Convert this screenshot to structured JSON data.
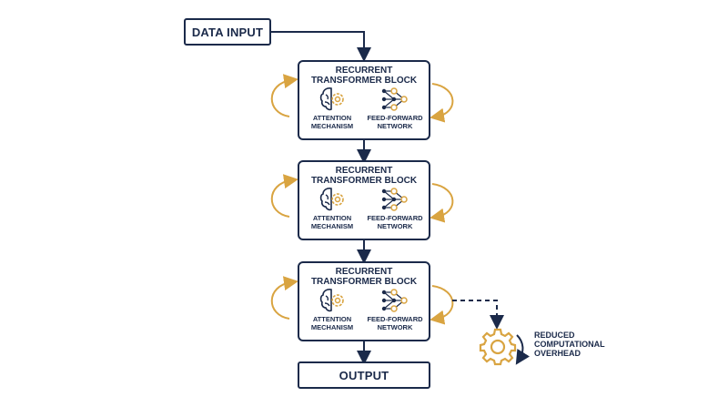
{
  "input_label": "DATA INPUT",
  "output_label": "OUTPUT",
  "blocks": [
    {
      "title_line1": "RECURRENT",
      "title_line2": "TRANSFORMER BLOCK",
      "attention_line1": "ATTENTION",
      "attention_line2": "MECHANISM",
      "ffn_line1": "FEED-FORWARD",
      "ffn_line2": "NETWORK"
    },
    {
      "title_line1": "RECURRENT",
      "title_line2": "TRANSFORMER BLOCK",
      "attention_line1": "ATTENTION",
      "attention_line2": "MECHANISM",
      "ffn_line1": "FEED-FORWARD",
      "ffn_line2": "NETWORK"
    },
    {
      "title_line1": "RECURRENT",
      "title_line2": "TRANSFORMER BLOCK",
      "attention_line1": "ATTENTION",
      "attention_line2": "MECHANISM",
      "ffn_line1": "FEED-FORWARD",
      "ffn_line2": "NETWORK"
    }
  ],
  "note": {
    "line1": "REDUCED",
    "line2": "COMPUTATIONAL",
    "line3": "OVERHEAD"
  },
  "colors": {
    "navy": "#1b2a4a",
    "gold": "#d9a441"
  },
  "icons": {
    "attention": "brain-gear-icon",
    "ffn": "network-nodes-icon",
    "overhead": "gear-icon",
    "loop": "curved-loop-arrow-icon"
  }
}
